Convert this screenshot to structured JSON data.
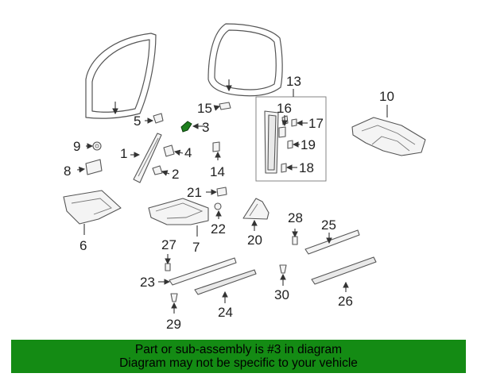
{
  "diagram": {
    "callouts": [
      {
        "id": "1",
        "label": "1"
      },
      {
        "id": "2",
        "label": "2"
      },
      {
        "id": "3",
        "label": "3"
      },
      {
        "id": "4",
        "label": "4"
      },
      {
        "id": "5",
        "label": "5"
      },
      {
        "id": "6",
        "label": "6"
      },
      {
        "id": "7",
        "label": "7"
      },
      {
        "id": "8",
        "label": "8"
      },
      {
        "id": "9",
        "label": "9"
      },
      {
        "id": "10",
        "label": "10"
      },
      {
        "id": "13",
        "label": "13"
      },
      {
        "id": "14",
        "label": "14"
      },
      {
        "id": "15",
        "label": "15"
      },
      {
        "id": "16",
        "label": "16"
      },
      {
        "id": "17",
        "label": "17"
      },
      {
        "id": "18",
        "label": "18"
      },
      {
        "id": "19",
        "label": "19"
      },
      {
        "id": "20",
        "label": "20"
      },
      {
        "id": "21",
        "label": "21"
      },
      {
        "id": "22",
        "label": "22"
      },
      {
        "id": "23",
        "label": "23"
      },
      {
        "id": "24",
        "label": "24"
      },
      {
        "id": "25",
        "label": "25"
      },
      {
        "id": "26",
        "label": "26"
      },
      {
        "id": "27",
        "label": "27"
      },
      {
        "id": "28",
        "label": "28"
      },
      {
        "id": "29",
        "label": "29"
      },
      {
        "id": "30",
        "label": "30"
      }
    ],
    "highlighted_part": "3",
    "highlight_color": "#1e7f1e"
  },
  "banner": {
    "line1": "Part or sub-assembly is #3 in diagram",
    "line2": "Diagram may not be specific to your vehicle",
    "background": "#148b14"
  }
}
